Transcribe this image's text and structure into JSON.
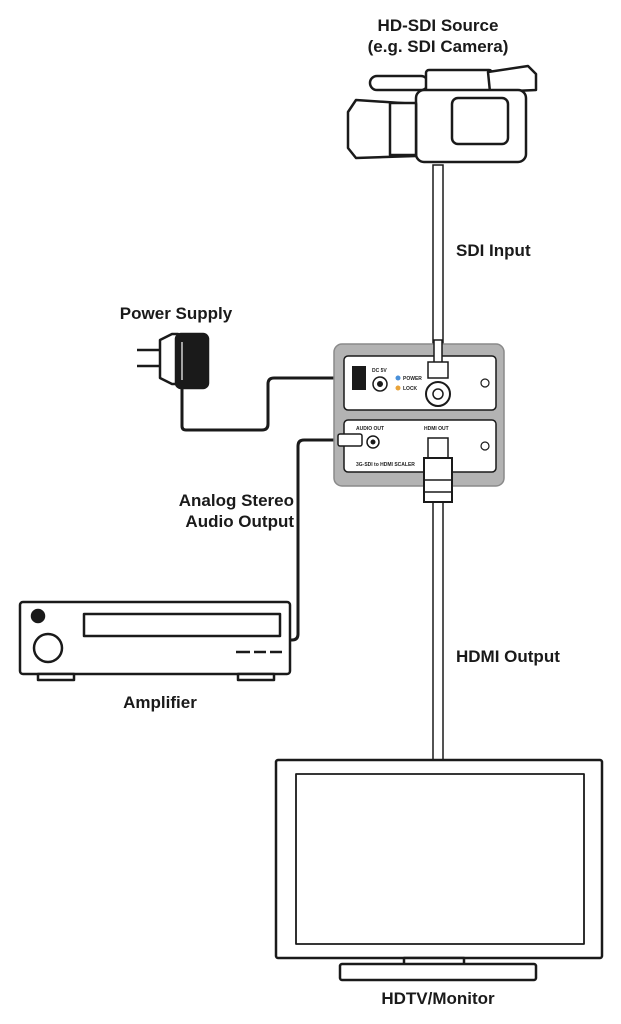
{
  "labels": {
    "source_line1": "HD-SDI Source",
    "source_line2": "(e.g. SDI Camera)",
    "sdi_input": "SDI Input",
    "power_supply": "Power Supply",
    "audio_line1": "Analog Stereo",
    "audio_line2": "Audio Output",
    "amplifier": "Amplifier",
    "hdmi_output": "HDMI Output",
    "monitor": "HDTV/Monitor"
  },
  "device_panel": {
    "top_dc": "DC 5V",
    "top_power": "POWER",
    "top_lock": "LOCK",
    "bottom_audio": "AUDIO OUT",
    "bottom_hdmi": "HDMI OUT",
    "bottom_model": "3G-SDI to HDMI SCALER"
  },
  "colors": {
    "line": "#1a1a1a",
    "device_gray": "#b3b3b3",
    "cable_fill": "#ffffff",
    "led_blue": "#4a90d9",
    "led_amber": "#e8a33a"
  }
}
